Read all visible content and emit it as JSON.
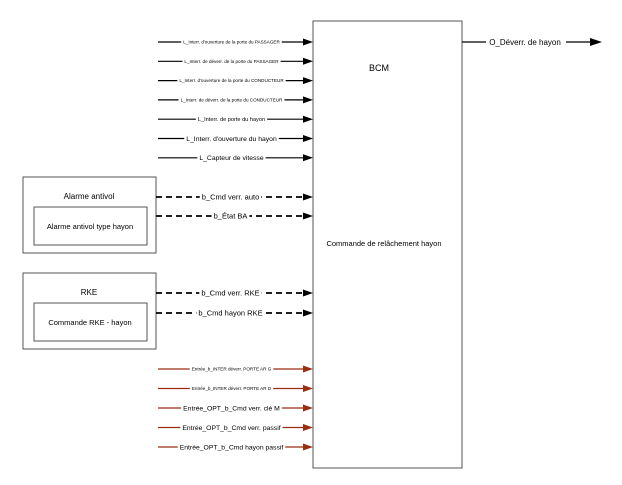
{
  "bcm": {
    "title": "BCM",
    "subtitle": "Commande de relâchement hayon"
  },
  "output": {
    "label": "O_Déverr. de hayon"
  },
  "inputs_black": [
    {
      "label": "L_Interr. d'ouverture de la porte du PASSAGER",
      "size": "xs"
    },
    {
      "label": "L_Interr. de déverr. de la porte du PASSAGER",
      "size": "xs"
    },
    {
      "label": "L_Interr. d'ouverture de la porte du CONDUCTEUR",
      "size": "xs"
    },
    {
      "label": "L_Interr. de déverr. de la porte du CONDUCTEUR",
      "size": "xs"
    },
    {
      "label": "L_Interr. de porte du hayon",
      "size": "s"
    },
    {
      "label": "L_Interr. d'ouverture du hayon",
      "size": "m"
    },
    {
      "label": "L_Capteur de vitesse",
      "size": "m"
    }
  ],
  "alarm": {
    "title": "Alarme antivol",
    "inner": "Alarme antivol type hayon",
    "signals": [
      "b_Cmd verr. auto",
      "b_État BA"
    ]
  },
  "rke": {
    "title": "RKE",
    "inner": "Commande RKE - hayon",
    "signals": [
      "b_Cmd verr. RKE",
      "b_Cmd hayon RKE"
    ]
  },
  "inputs_red": [
    {
      "label": "Entrée_b_INTER déverr. PORTE AR G",
      "size": "xs"
    },
    {
      "label": "Entrée_b_INTER déverr. PORTE AR D",
      "size": "xs"
    },
    {
      "label": "Entrée_OPT_b_Cmd verr. clé M",
      "size": "m"
    },
    {
      "label": "Entrée_OPT_b_Cmd verr. passif",
      "size": "m"
    },
    {
      "label": "Entrée_OPT_b_Cmd hayon passif",
      "size": "m"
    }
  ],
  "colors": {
    "line": "#000000",
    "red_line": "#9b2d10",
    "box_stroke": "#555555"
  }
}
